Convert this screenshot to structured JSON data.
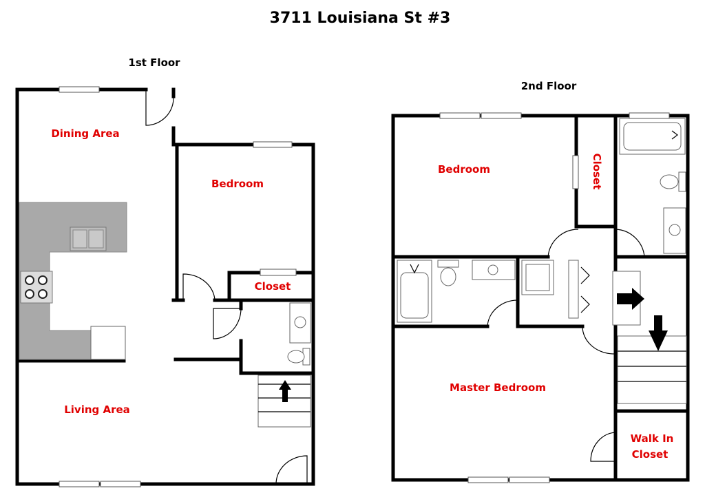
{
  "title": "3711 Louisiana St #3",
  "floors": {
    "first": {
      "label": "1st Floor",
      "rooms": {
        "dining": "Dining Area",
        "bedroom": "Bedroom",
        "closet": "Closet",
        "living": "Living Area"
      }
    },
    "second": {
      "label": "2nd Floor",
      "rooms": {
        "bedroom": "Bedroom",
        "closet": "Closet",
        "master": "Master Bedroom",
        "walkin_line1": "Walk In",
        "walkin_line2": "Closet"
      }
    }
  },
  "colors": {
    "room_label": "#e00000",
    "wall": "#000000",
    "counter": "#a9a9a9"
  }
}
